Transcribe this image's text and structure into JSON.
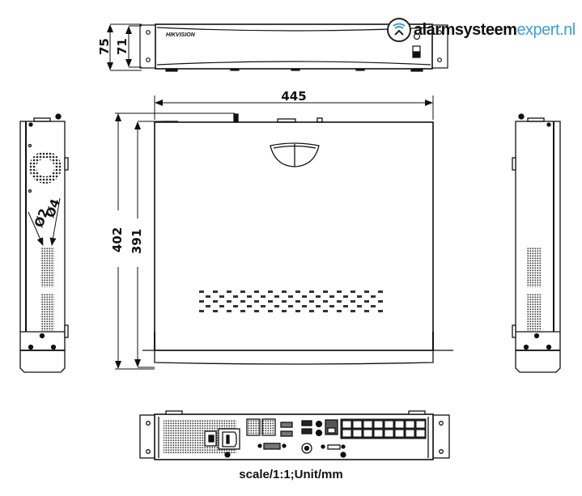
{
  "drawing": {
    "title": "NVR dimension drawing",
    "views": [
      "front",
      "top",
      "left-side",
      "right-side",
      "rear"
    ]
  },
  "dimensions": {
    "height_overall": "75",
    "height_body": "71",
    "width": "445",
    "depth_overall": "402",
    "depth_body": "391",
    "hole_a": "Ø2",
    "hole_b": "Ø4"
  },
  "front_panel": {
    "brand_label": "HIKVISION"
  },
  "watermark": {
    "strong": "alarmsysteem",
    "light": "expert.nl",
    "accent_color": "#3aa0d8"
  },
  "rear_panel": {
    "poe_ports": 16,
    "rows": 2
  },
  "caption": "scale/1:1;Unit/mm"
}
